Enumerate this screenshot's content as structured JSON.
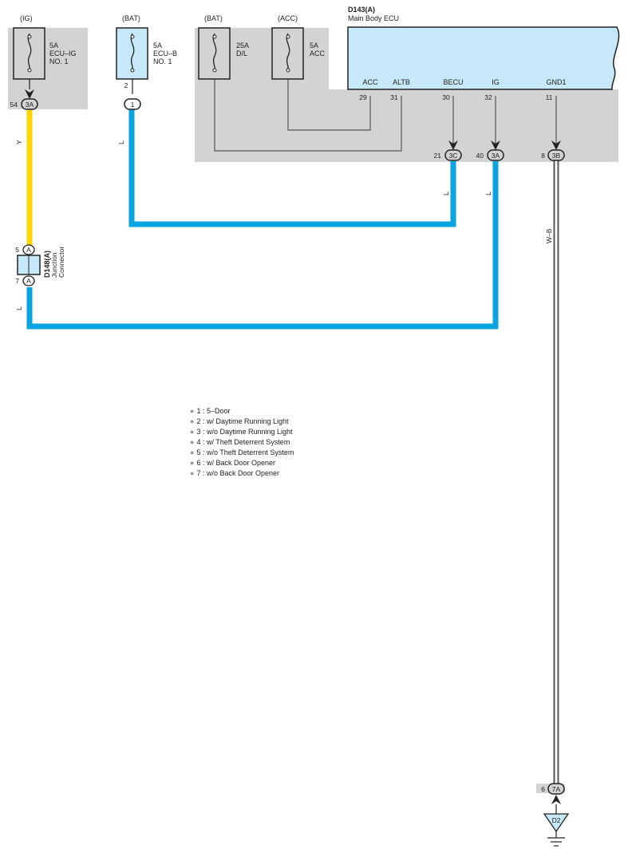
{
  "fuses": [
    {
      "source": "(IG)",
      "rating": "5A",
      "name_line1": "ECU–IG",
      "name_line2": "NO. 1"
    },
    {
      "source": "(BAT)",
      "rating": "5A",
      "name_line1": "ECU–B",
      "name_line2": "NO. 1"
    },
    {
      "source": "(BAT)",
      "rating": "25A",
      "name_line1": "D/L",
      "name_line2": ""
    },
    {
      "source": "(ACC)",
      "rating": "5A",
      "name_line1": "ACC",
      "name_line2": ""
    }
  ],
  "ecu": {
    "id": "D143(A)",
    "name": "Main Body ECU",
    "terminals": [
      {
        "label": "ACC",
        "pin": "29"
      },
      {
        "label": "ALTB",
        "pin": "31"
      },
      {
        "label": "BECU",
        "pin": "30"
      },
      {
        "label": "IG",
        "pin": "32"
      },
      {
        "label": "GND1",
        "pin": "11"
      }
    ]
  },
  "connectors": {
    "ig_fuse": {
      "pin": "54",
      "code": "3A"
    },
    "ecub_fuse": {
      "pin": "2",
      "code": "1"
    },
    "becu": {
      "pin": "21",
      "code": "3C"
    },
    "ig": {
      "pin": "40",
      "code": "3A"
    },
    "gnd": {
      "pin": "8",
      "code": "3B"
    },
    "ground_point": {
      "pin": "6",
      "code": "7A"
    }
  },
  "junction": {
    "id": "D148(A)",
    "line1": "Junction",
    "line2": "Connector",
    "pin_top": "5",
    "pin_bottom": "7",
    "code": "A"
  },
  "wires": {
    "yellow": {
      "label": "Y",
      "color": "#FFD500"
    },
    "blue1": {
      "label": "L",
      "color": "#0AA5E0"
    },
    "blue2": {
      "label": "L"
    },
    "blue3": {
      "label": "L"
    },
    "blue4": {
      "label": "L"
    },
    "ground": {
      "label": "W–B"
    }
  },
  "ground": {
    "label": "D2"
  },
  "colors": {
    "panel": "#D2D3D5",
    "component": "#C6E8F8",
    "ecu": "#C6E8F8"
  },
  "notes": [
    "1 : 5–Door",
    "2 : w/ Daytime Running Light",
    "3 : w/o Daytime Running Light",
    "4 : w/ Theft Deterrent System",
    "5 : w/o Theft Deterrent System",
    "6 : w/ Back Door Opener",
    "7 : w/o Back Door Opener"
  ]
}
